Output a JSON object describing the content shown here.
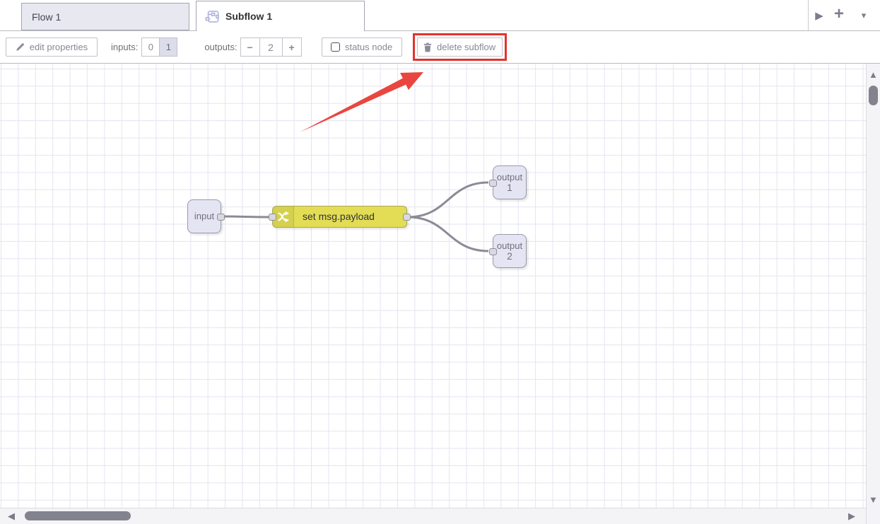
{
  "header": {
    "flow_tab_label": "Flow 1",
    "subflow_tab_label": "Subflow 1",
    "icons": {
      "expand": "▶",
      "add_flow": "+",
      "menu": "▾"
    }
  },
  "toolbar": {
    "edit_properties_label": "edit properties",
    "inputs_label": "inputs:",
    "input_option_zero": "0",
    "input_option_one": "1",
    "selected_inputs": "1",
    "outputs_label": "outputs:",
    "decrease_outputs": "−",
    "outputs_value": "2",
    "increase_outputs": "+",
    "status_node_label": "status node",
    "status_node_checked": "false",
    "delete_subflow_label": "delete subflow"
  },
  "canvas": {
    "input_node_label": "input",
    "change_node_label": "set msg.payload",
    "output_node_1": {
      "label": "output",
      "number": "1"
    },
    "output_node_2": {
      "label": "output",
      "number": "2"
    }
  },
  "scrollbar": {
    "up": "▲",
    "down": "▼",
    "left": "◀",
    "right": "▶"
  },
  "colors": {
    "change_node_fill": "#e2dd55",
    "io_node_fill": "#e4e4f3",
    "wire": "#8b8b98",
    "grid_line": "#e4e4f0",
    "highlight_red": "#e2332c",
    "annotation_arrow_red": "#e8463f",
    "selected_toggle_bg": "#dcdcea"
  }
}
